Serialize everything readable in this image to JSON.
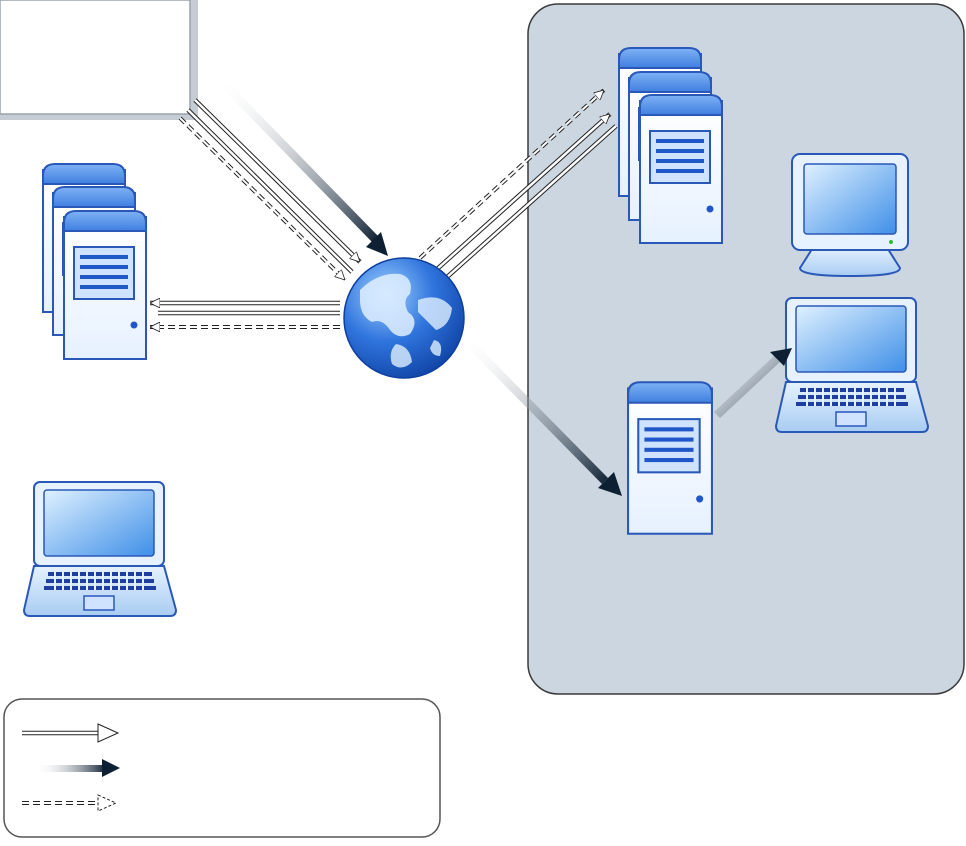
{
  "diagram": {
    "nodes": [
      {
        "id": "note-box",
        "kind": "text-box",
        "label": ""
      },
      {
        "id": "server-cluster-left",
        "kind": "server-cluster",
        "label": ""
      },
      {
        "id": "laptop-left",
        "kind": "laptop",
        "label": ""
      },
      {
        "id": "internet-globe",
        "kind": "globe",
        "label": ""
      },
      {
        "id": "network-zone",
        "kind": "zone",
        "label": ""
      },
      {
        "id": "server-cluster-right",
        "kind": "server-cluster",
        "label": ""
      },
      {
        "id": "desktop-monitor",
        "kind": "monitor",
        "label": ""
      },
      {
        "id": "laptop-right",
        "kind": "laptop",
        "label": ""
      },
      {
        "id": "server-tower-right",
        "kind": "server",
        "label": ""
      }
    ],
    "edges": [
      {
        "from": "note-box",
        "to": "internet-globe",
        "style": "solid-outline"
      },
      {
        "from": "note-box",
        "to": "internet-globe",
        "style": "dashed-outline"
      },
      {
        "from": "note-box",
        "to": "internet-globe",
        "style": "gradient"
      },
      {
        "from": "internet-globe",
        "to": "server-cluster-left",
        "style": "solid-outline"
      },
      {
        "from": "internet-globe",
        "to": "server-cluster-left",
        "style": "dashed-outline"
      },
      {
        "from": "internet-globe",
        "to": "server-cluster-right",
        "style": "solid-outline"
      },
      {
        "from": "internet-globe",
        "to": "server-cluster-right",
        "style": "dashed-outline"
      },
      {
        "from": "internet-globe",
        "to": "server-tower-right",
        "style": "gradient"
      },
      {
        "from": "server-tower-right",
        "to": "laptop-right",
        "style": "gradient"
      }
    ],
    "legend": [
      {
        "style": "solid-outline",
        "label": ""
      },
      {
        "style": "gradient",
        "label": ""
      },
      {
        "style": "dashed-outline",
        "label": ""
      }
    ],
    "colors": {
      "zone_fill": "#ccd6e0",
      "zone_stroke": "#3a3a3a",
      "device_blue": "#2f6ed6",
      "device_light": "#dcecff",
      "device_dark": "#1a3c9a",
      "arrow_dark": "#0e2033",
      "globe_blue": "#1f5fd0"
    }
  }
}
